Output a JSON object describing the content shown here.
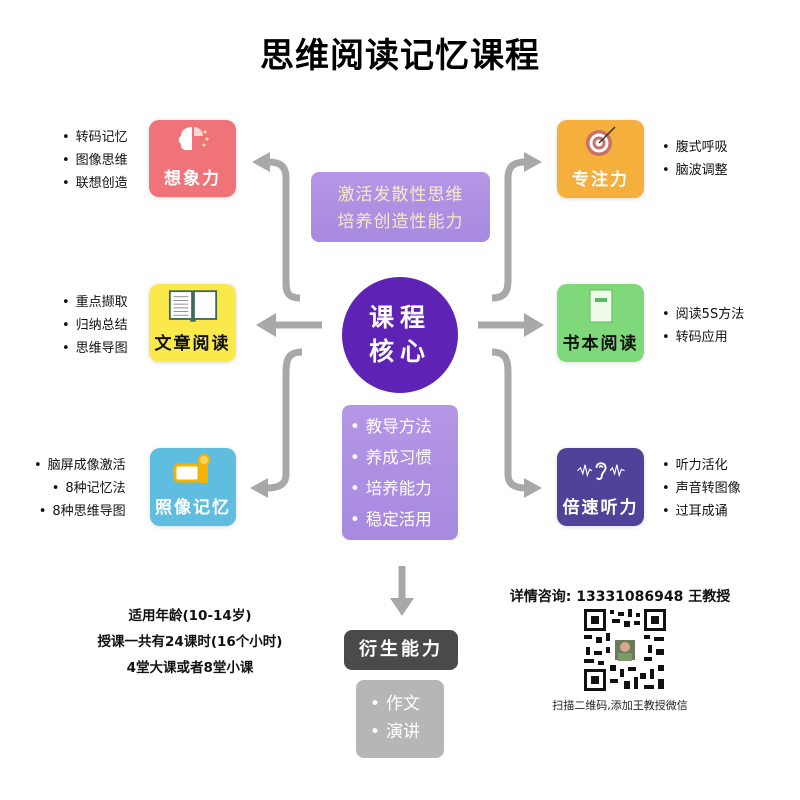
{
  "title": "思维阅读记忆课程",
  "core": {
    "line1": "课程",
    "line2": "核心",
    "color": "#5e22b4"
  },
  "top_box": {
    "line1": "激活发散性思维",
    "line2": "培养创造性能力"
  },
  "bottom_box": {
    "items": [
      "教导方法",
      "养成习惯",
      "培养能力",
      "稳定活用"
    ]
  },
  "modules": {
    "imagination": {
      "label": "想象力",
      "icon": "brain-icon",
      "color": "#f0737a",
      "items": [
        "转码记忆",
        "图像思维",
        "联想创造"
      ]
    },
    "article_reading": {
      "label": "文章阅读",
      "icon": "open-book-icon",
      "color": "#fbe94c",
      "items": [
        "重点撷取",
        "归纳总结",
        "思维导图"
      ]
    },
    "photo_memory": {
      "label": "照像记忆",
      "icon": "camera-icon",
      "color": "#5fbde0",
      "items": [
        "脑屏成像激活",
        "8种记忆法",
        "8种思维导图"
      ]
    },
    "focus": {
      "label": "专注力",
      "icon": "target-icon",
      "color": "#f4af3d",
      "items": [
        "腹式呼吸",
        "脑波调整"
      ]
    },
    "book_reading": {
      "label": "书本阅读",
      "icon": "book-icon",
      "color": "#7fd97a",
      "items": [
        "阅读5S方法",
        "转码应用"
      ]
    },
    "speed_listening": {
      "label": "倍速听力",
      "icon": "ear-soundwave-icon",
      "color": "#4e4398",
      "items": [
        "听力活化",
        "声音转图像",
        "过耳成诵"
      ]
    }
  },
  "derived": {
    "title": "衍生能力",
    "items": [
      "作文",
      "演讲"
    ]
  },
  "info": {
    "lines": [
      "适用年龄(10-14岁)",
      "授课一共有24课时(16个小时)",
      "4堂大课或者8堂小课"
    ]
  },
  "contact": {
    "label": "详情咨询: 13331086948 王教授",
    "caption": "扫描二维码,添加王教授微信"
  }
}
